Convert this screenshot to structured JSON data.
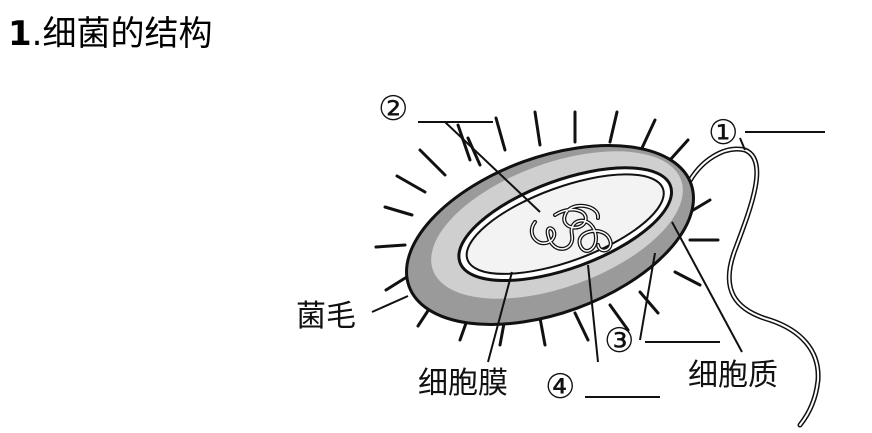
{
  "heading": {
    "number": "1",
    "separator": ".",
    "text": "细菌的结构"
  },
  "labels": {
    "label_1": "①",
    "label_2": "②",
    "label_3": "③",
    "label_4": "④",
    "pili": "菌毛",
    "cell_membrane": "细胞膜",
    "cytoplasm": "细胞质"
  },
  "colors": {
    "outer_body": "#9a9a9a",
    "inner_body": "#d9d9d9",
    "cytoplasm_fill": "#f3f3f3",
    "line": "#111111"
  }
}
